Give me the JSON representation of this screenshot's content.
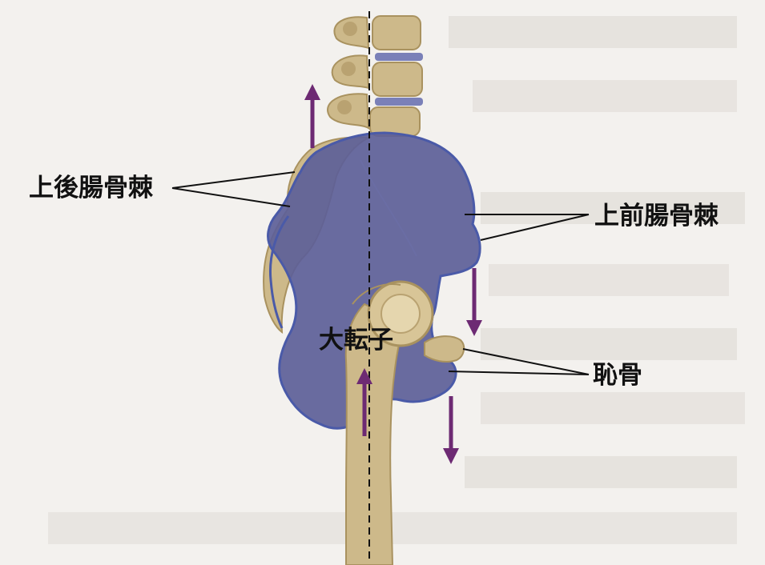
{
  "labels": {
    "posterior_superior_iliac_spine": "上後腸骨棘",
    "anterior_superior_iliac_spine": "上前腸骨棘",
    "greater_trochanter": "大転子",
    "pubis": "恥骨"
  },
  "colors": {
    "bone": "#cdb98a",
    "bone_shade": "#a9925f",
    "pelvis_highlight": "#5d6098",
    "pelvis_outline": "#4a5aa8",
    "arrow": "#6d2a73",
    "background": "#f3f1ee"
  }
}
